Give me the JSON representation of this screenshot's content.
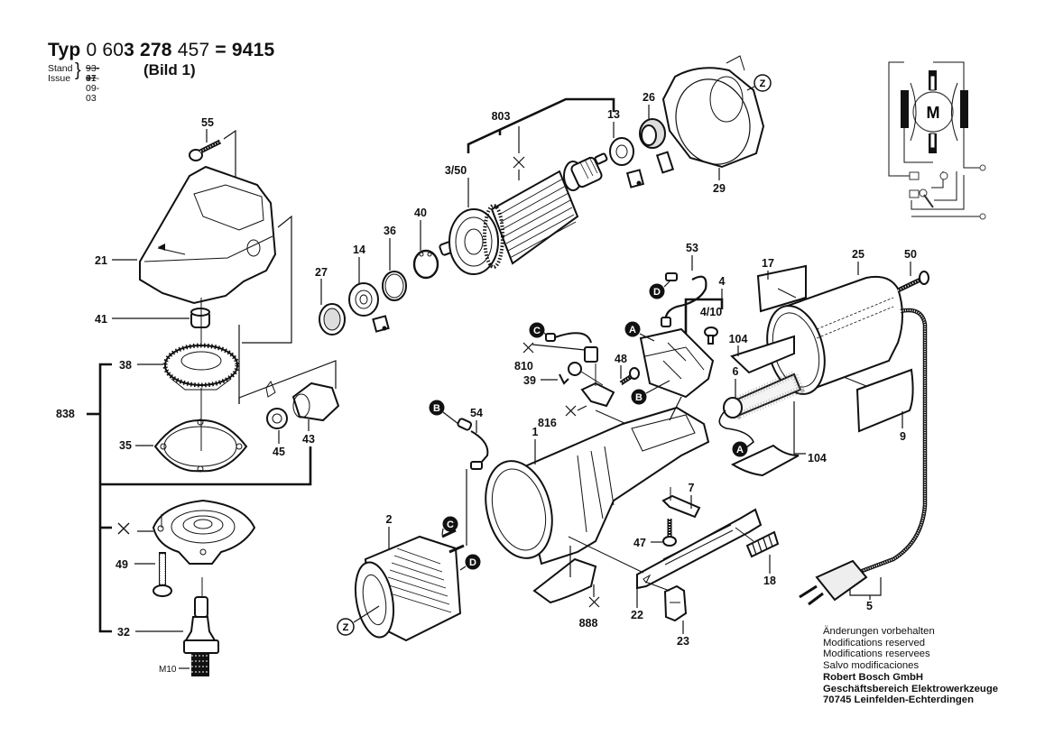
{
  "header": {
    "typ_label": "Typ",
    "typ_prefix": "0 60",
    "typ_bold1": "3 278",
    "typ_normal2": " 457",
    "typ_suffix": " = 9415",
    "stand_label": "Stand",
    "issue_label": "Issue",
    "old_version": "93-41",
    "issue_date": "97-09-03",
    "bild": "(Bild 1)"
  },
  "schematic": {
    "motor_label": "M"
  },
  "parts": {
    "p55": "55",
    "p21": "21",
    "p41": "41",
    "p38": "38",
    "p838": "838",
    "p35": "35",
    "p45": "45",
    "p43": "43",
    "p49": "49",
    "p32": "32",
    "thread": "M10",
    "p27": "27",
    "p14": "14",
    "p36": "36",
    "p40": "40",
    "p803": "803",
    "p350": "3/50",
    "p13": "13",
    "p26": "26",
    "p29": "29",
    "p53": "53",
    "p4": "4",
    "p410": "4/10",
    "p17": "17",
    "p25": "25",
    "p50": "50",
    "p104a": "104",
    "p104b": "104",
    "p6": "6",
    "p9": "9",
    "p810": "810",
    "p39": "39",
    "p48": "48",
    "p816": "816",
    "p54": "54",
    "p1": "1",
    "p2": "2",
    "p7": "7",
    "p47": "47",
    "p18": "18",
    "p22": "22",
    "p23": "23",
    "p888": "888",
    "p5": "5"
  },
  "connectors": {
    "A": "A",
    "B": "B",
    "C": "C",
    "D": "D",
    "Z": "Z"
  },
  "footer": {
    "line1": "Änderungen vorbehalten",
    "line2": "Modifications reserved",
    "line3": "Modifications reservees",
    "line4": "Salvo modificaciones",
    "company": "Robert Bosch GmbH",
    "division": "Geschäftsbereich Elektrowerkzeuge",
    "address": "70745 Leinfelden-Echterdingen"
  }
}
